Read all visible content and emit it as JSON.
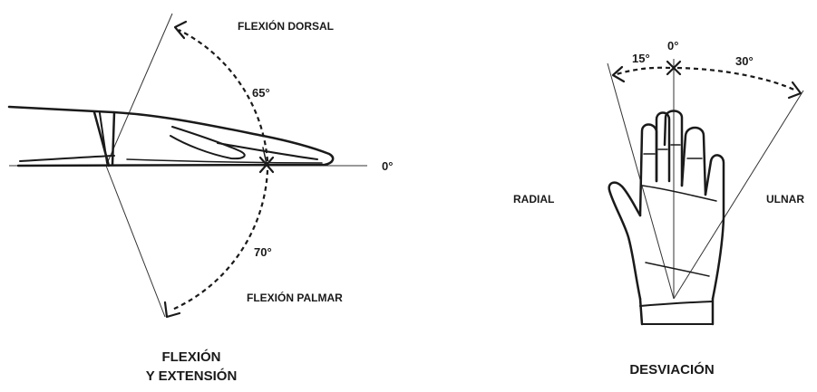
{
  "left_figure": {
    "label_dorsal": "FLEXIÓN DORSAL",
    "label_palmar": "FLEXIÓN PALMAR",
    "angle_dorsal": "65°",
    "angle_palmar": "70°",
    "angle_zero": "0°",
    "caption_line1": "FLEXIÓN",
    "caption_line2": "Y EXTENSIÓN"
  },
  "right_figure": {
    "angle_radial": "15°",
    "angle_zero": "0°",
    "angle_ulnar": "30°",
    "label_radial": "RADIAL",
    "label_ulnar": "ULNAR",
    "caption": "DESVIACIÓN"
  }
}
